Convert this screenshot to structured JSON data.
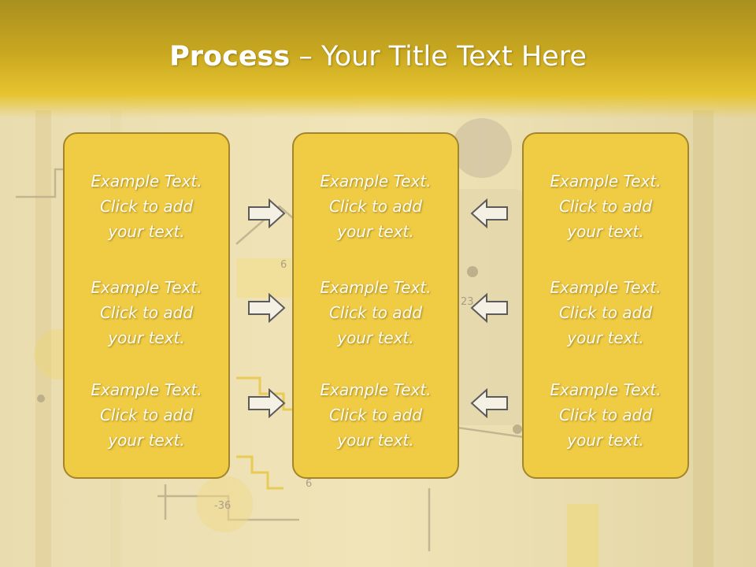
{
  "title": {
    "bold": "Process",
    "rest": " – Your Title Text Here"
  },
  "columns": [
    {
      "items": [
        [
          "Example Text.",
          "Click  to add",
          "your text."
        ],
        [
          "Example Text.",
          "Click  to add",
          "your text."
        ],
        [
          "Example Text.",
          "Click  to add",
          "your text."
        ]
      ]
    },
    {
      "items": [
        [
          "Example Text.",
          "Click  to add",
          "your text."
        ],
        [
          "Example Text.",
          "Click  to add",
          "your text."
        ],
        [
          "Example Text.",
          "Click  to add",
          "your text."
        ]
      ]
    },
    {
      "items": [
        [
          "Example Text.",
          "Click  to add",
          "your text."
        ],
        [
          "Example Text.",
          "Click  to add",
          "your text."
        ],
        [
          "Example Text.",
          "Click  to add",
          "your text."
        ]
      ]
    }
  ],
  "arrows": {
    "left_group": "right-arrow-icon",
    "right_group": "left-arrow-icon"
  },
  "background_labels": [
    "6",
    "6",
    "23",
    "-36"
  ],
  "colors": {
    "title_band": "#c9a820",
    "box_fill": "#f0cb44",
    "box_border": "#a3852a",
    "text": "#fffdf2"
  }
}
